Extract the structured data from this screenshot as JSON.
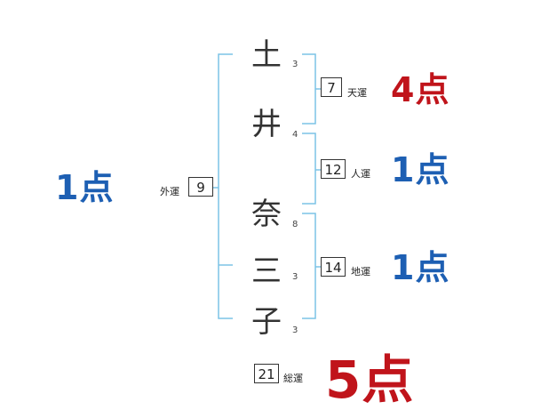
{
  "name": {
    "chars": [
      {
        "char": "土",
        "strokes": "3"
      },
      {
        "char": "井",
        "strokes": "4"
      },
      {
        "char": "奈",
        "strokes": "8"
      },
      {
        "char": "三",
        "strokes": "3"
      },
      {
        "char": "子",
        "strokes": "3"
      }
    ]
  },
  "fortunes": {
    "ten": {
      "value": "7",
      "label": "天運",
      "score": "4点",
      "color": "#c0141b"
    },
    "jin": {
      "value": "12",
      "label": "人運",
      "score": "1点",
      "color": "#1d5fb3"
    },
    "chi": {
      "value": "14",
      "label": "地運",
      "score": "1点",
      "color": "#1d5fb3"
    },
    "gai": {
      "value": "9",
      "label": "外運",
      "score": "1点",
      "color": "#1d5fb3"
    },
    "sou": {
      "value": "21",
      "label": "総運",
      "score": "5点",
      "color": "#c0141b"
    }
  },
  "colors": {
    "bracket": "#7cc3e6"
  }
}
